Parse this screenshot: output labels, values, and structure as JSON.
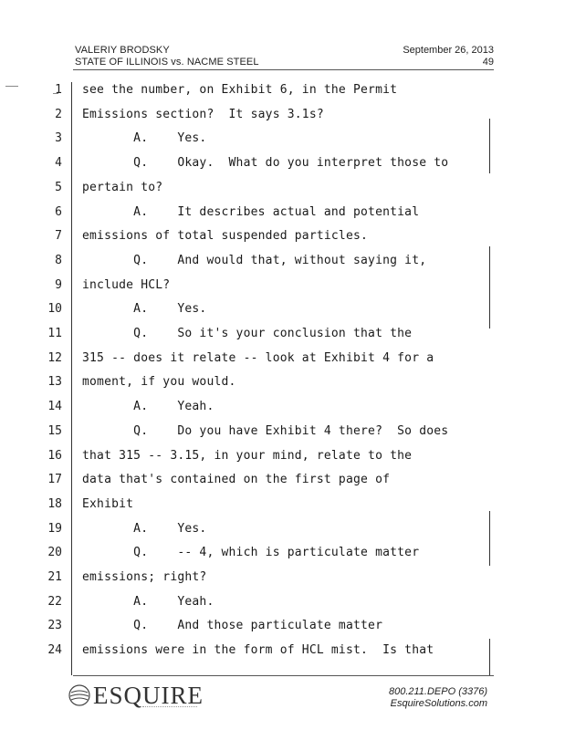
{
  "header": {
    "witness": "VALERIY BRODSKY",
    "case": "STATE OF ILLINOIS vs. NACME STEEL",
    "date": "September 26, 2013",
    "page_number": "49"
  },
  "transcript": {
    "lines": [
      {
        "num": "1",
        "text": "see the number, on Exhibit 6, in the Permit"
      },
      {
        "num": "2",
        "text": "Emissions section?  It says 3.1s?"
      },
      {
        "num": "3",
        "text": "       A.    Yes."
      },
      {
        "num": "4",
        "text": "       Q.    Okay.  What do you interpret those to"
      },
      {
        "num": "5",
        "text": "pertain to?"
      },
      {
        "num": "6",
        "text": "       A.    It describes actual and potential"
      },
      {
        "num": "7",
        "text": "emissions of total suspended particles."
      },
      {
        "num": "8",
        "text": "       Q.    And would that, without saying it,"
      },
      {
        "num": "9",
        "text": "include HCL?"
      },
      {
        "num": "10",
        "text": "       A.    Yes."
      },
      {
        "num": "11",
        "text": "       Q.    So it's your conclusion that the"
      },
      {
        "num": "12",
        "text": "315 -- does it relate -- look at Exhibit 4 for a"
      },
      {
        "num": "13",
        "text": "moment, if you would."
      },
      {
        "num": "14",
        "text": "       A.    Yeah."
      },
      {
        "num": "15",
        "text": "       Q.    Do you have Exhibit 4 there?  So does"
      },
      {
        "num": "16",
        "text": "that 315 -- 3.15, in your mind, relate to the"
      },
      {
        "num": "17",
        "text": "data that's contained on the first page of"
      },
      {
        "num": "18",
        "text": "Exhibit"
      },
      {
        "num": "19",
        "text": "       A.    Yes."
      },
      {
        "num": "20",
        "text": "       Q.    -- 4, which is particulate matter"
      },
      {
        "num": "21",
        "text": "emissions; right?"
      },
      {
        "num": "22",
        "text": "       A.    Yeah."
      },
      {
        "num": "23",
        "text": "       Q.    And those particulate matter"
      },
      {
        "num": "24",
        "text": "emissions were in the form of HCL mist.  Is that"
      }
    ]
  },
  "footer": {
    "logo_text": "ESQUIRE",
    "phone": "800.211.DEPO (3376)",
    "website": "EsquireSolutions.com"
  },
  "icons": {
    "logo_mark": "esquire-globe-icon"
  },
  "colors": {
    "text": "#1a1a1a",
    "rule": "#555555",
    "logo": "#333333"
  }
}
